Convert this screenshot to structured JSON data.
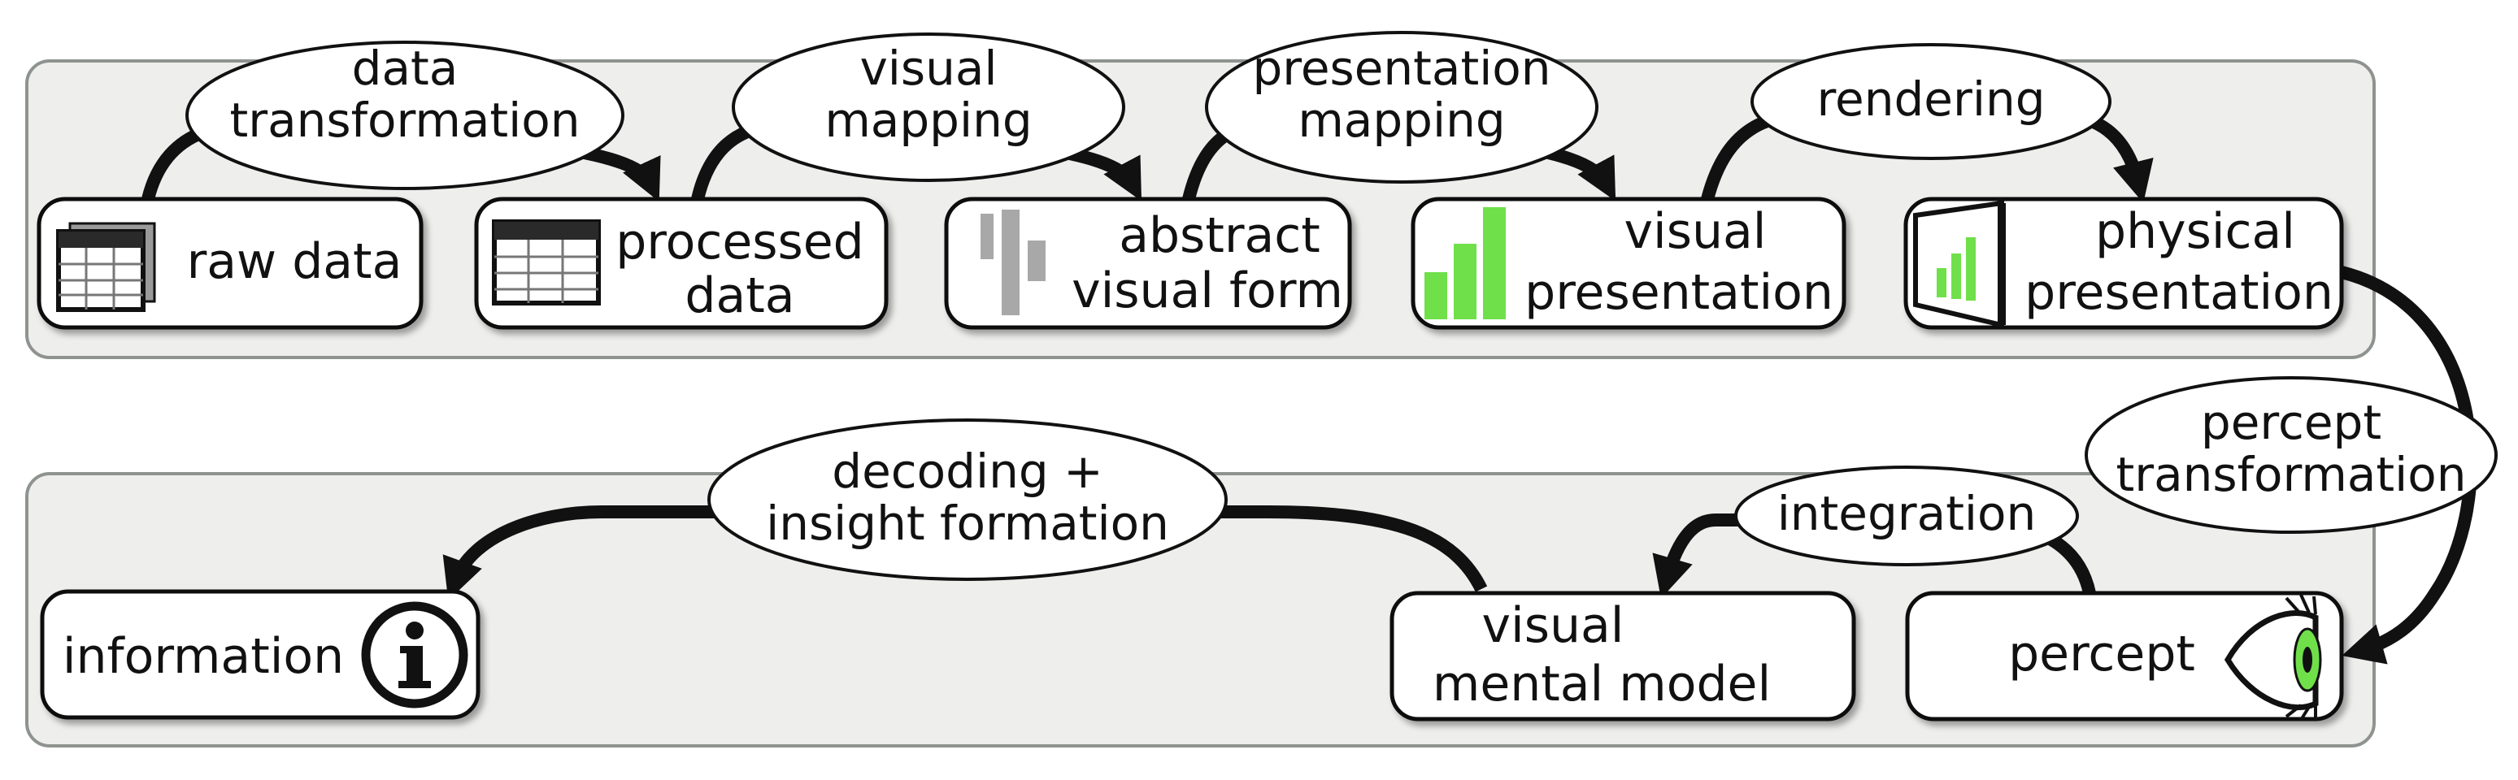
{
  "nodes": {
    "raw_data": "raw data",
    "processed_data": [
      "processed",
      "data"
    ],
    "abstract_visual_form": [
      "abstract",
      "visual form"
    ],
    "visual_presentation": [
      "visual",
      "presentation"
    ],
    "physical_presentation": [
      "physical",
      "presentation"
    ],
    "percept": "percept",
    "visual_mental_model": [
      "visual",
      "mental model"
    ],
    "information": "information"
  },
  "transitions": {
    "data_transformation": [
      "data",
      "transformation"
    ],
    "visual_mapping": [
      "visual",
      "mapping"
    ],
    "presentation_mapping": [
      "presentation",
      "mapping"
    ],
    "rendering": "rendering",
    "percept_transformation": [
      "percept",
      "transformation"
    ],
    "integration": "integration",
    "decoding_insight_formation": [
      "decoding +",
      "insight formation"
    ]
  },
  "colors": {
    "band_fill": "#eeefed",
    "band_stroke": "#8f9390",
    "node_fill": "#ffffff",
    "node_stroke": "#111111",
    "arrow": "#111111",
    "chart_green": "#6fe04a",
    "abstract_gray": "#a8a8a8"
  },
  "icons": {
    "raw_data": "table-icon",
    "processed_data": "table-icon",
    "abstract_visual_form": "abstract-bars-icon",
    "visual_presentation": "bar-chart-icon",
    "physical_presentation": "screen-chart-icon",
    "percept": "eye-icon",
    "information": "info-icon"
  }
}
